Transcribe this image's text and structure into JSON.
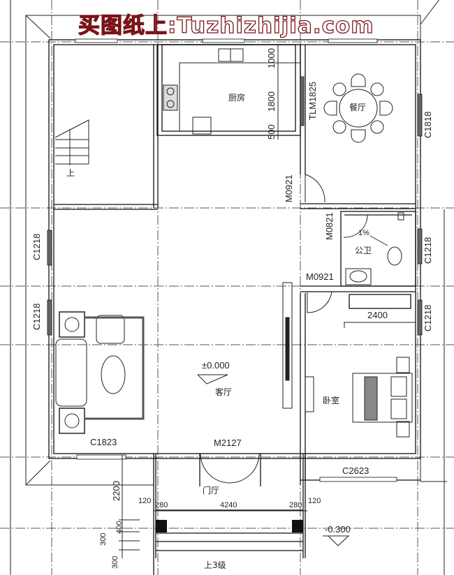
{
  "watermark": "买图纸上:Tuzhizhijia.com",
  "rooms": {
    "kitchen": "厨房",
    "dining": "餐厅",
    "toilet": "公卫",
    "living": "客厅",
    "bedroom": "卧室",
    "foyer": "门厅",
    "stair_up": "上"
  },
  "openings": {
    "sliding_door": "TLM1825",
    "door_dining": "M0921",
    "door_toilet": "M0821",
    "door_bedroom": "M0921",
    "main_door": "M2127",
    "win_dining": "C1818",
    "win_toilet": "C1218",
    "win_bedroom_side": "C1218",
    "win_left_1": "C1218",
    "win_left_2": "C1218",
    "win_living": "C1823",
    "win_bedroom": "C2623"
  },
  "dimensions": {
    "kitchen_1": "1000",
    "kitchen_2": "1800",
    "kitchen_3": "500",
    "wardrobe": "2400",
    "porch_depth": "2200",
    "step_a": "400",
    "step_b": "300",
    "step_c": "300",
    "left_wall": "120",
    "left_col": "280",
    "porch_width": "4240",
    "right_col": "280",
    "right_wall": "120"
  },
  "levels": {
    "floor": "±0.000",
    "outside": "-0.300",
    "steps_note": "上3级",
    "slope": "1%"
  }
}
